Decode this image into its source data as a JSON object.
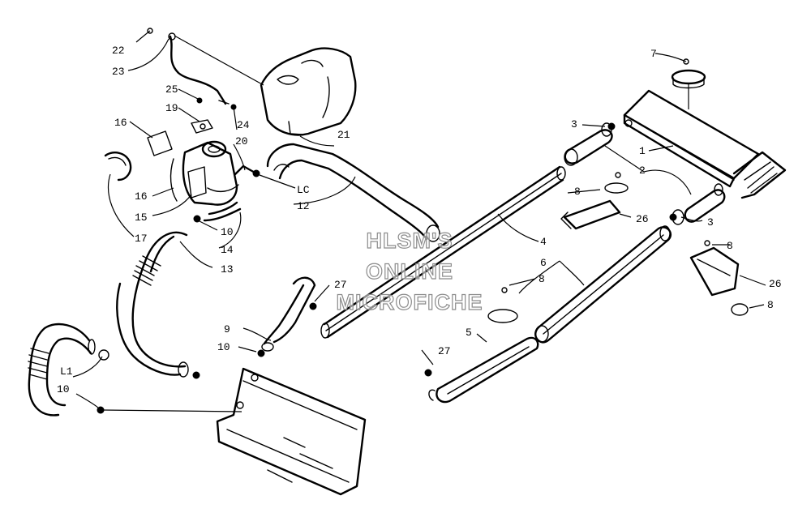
{
  "watermark": {
    "line1": "HLSM'S",
    "line2": "ONLINE",
    "line3": "MICROFICHE"
  },
  "callouts": [
    {
      "id": "1",
      "text": "1"
    },
    {
      "id": "2",
      "text": "2"
    },
    {
      "id": "3a",
      "text": "3"
    },
    {
      "id": "3b",
      "text": "3"
    },
    {
      "id": "4",
      "text": "4"
    },
    {
      "id": "5",
      "text": "5"
    },
    {
      "id": "6",
      "text": "6"
    },
    {
      "id": "7",
      "text": "7"
    },
    {
      "id": "8a",
      "text": "8"
    },
    {
      "id": "8b",
      "text": "8"
    },
    {
      "id": "8c",
      "text": "8"
    },
    {
      "id": "8d",
      "text": "8"
    },
    {
      "id": "9",
      "text": "9"
    },
    {
      "id": "10a",
      "text": "10"
    },
    {
      "id": "10b",
      "text": "10"
    },
    {
      "id": "10c",
      "text": "10"
    },
    {
      "id": "11",
      "text": "L1"
    },
    {
      "id": "12",
      "text": "12"
    },
    {
      "id": "13",
      "text": "13"
    },
    {
      "id": "14",
      "text": "14"
    },
    {
      "id": "15",
      "text": "15"
    },
    {
      "id": "16a",
      "text": "16"
    },
    {
      "id": "16b",
      "text": "16"
    },
    {
      "id": "17",
      "text": "17"
    },
    {
      "id": "19",
      "text": "19"
    },
    {
      "id": "20",
      "text": "20"
    },
    {
      "id": "21",
      "text": "21"
    },
    {
      "id": "22",
      "text": "22"
    },
    {
      "id": "23",
      "text": "23"
    },
    {
      "id": "24",
      "text": "24"
    },
    {
      "id": "25",
      "text": "25"
    },
    {
      "id": "26a",
      "text": "26"
    },
    {
      "id": "26b",
      "text": "26"
    },
    {
      "id": "27a",
      "text": "27"
    },
    {
      "id": "27b",
      "text": "27"
    },
    {
      "id": "lc",
      "text": "LC"
    }
  ]
}
